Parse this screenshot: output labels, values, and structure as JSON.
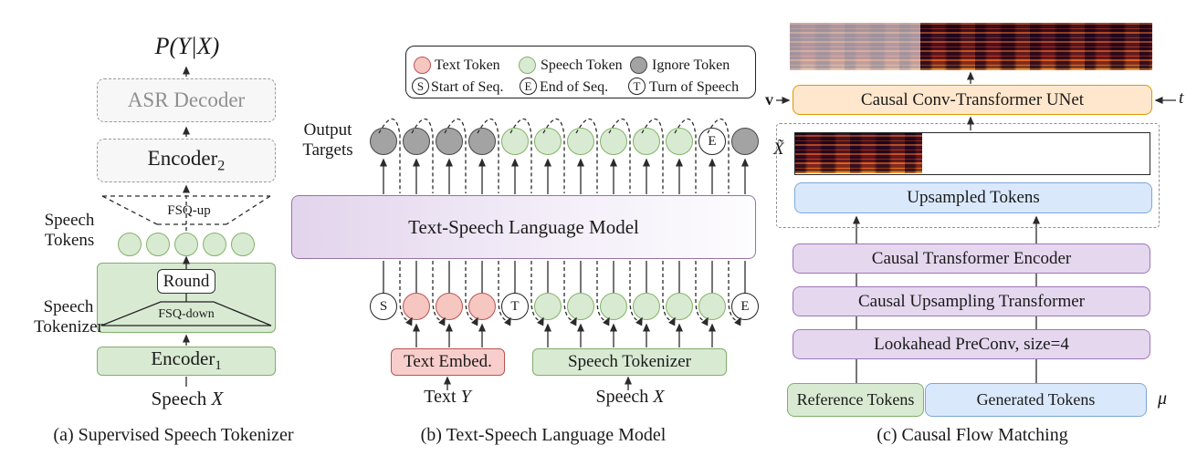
{
  "panel_a": {
    "caption": "(a) Supervised Speech Tokenizer",
    "prob_label": "P(Y|X)",
    "asr_decoder_label": "ASR Decoder",
    "encoder2_base": "Encoder",
    "encoder2_sub": "2",
    "fsq_up_label": "FSQ-up",
    "speech_tokens_line1": "Speech",
    "speech_tokens_line2": "Tokens",
    "round_label": "Round",
    "fsq_down_label": "FSQ-down",
    "tokenizer_line1": "Speech",
    "tokenizer_line2": "Tokenizer",
    "encoder1_base": "Encoder",
    "encoder1_sub": "1",
    "speech_input_word": "Speech",
    "speech_input_var": "X",
    "tokens": [
      "speech",
      "speech",
      "speech",
      "speech",
      "speech"
    ]
  },
  "panel_b": {
    "caption": "(b) Text-Speech Language Model",
    "legend": {
      "text_token": "Text Token",
      "speech_token": "Speech Token",
      "ignore_token": "Ignore Token",
      "s_symbol": "S",
      "s_label": "Start of Seq.",
      "e_symbol": "E",
      "e_label": "End of Seq.",
      "t_symbol": "T",
      "t_label": "Turn of Speech"
    },
    "output_targets_line1": "Output",
    "output_targets_line2": "Targets",
    "lm_label": "Text-Speech Language Model",
    "top_tokens": [
      "ignore",
      "ignore",
      "ignore",
      "ignore",
      "speech",
      "speech",
      "speech",
      "speech",
      "speech",
      "speech",
      "E",
      "ignore"
    ],
    "bottom_tokens": [
      "S",
      "text",
      "text",
      "text",
      "T",
      "speech",
      "speech",
      "speech",
      "speech",
      "speech",
      "speech",
      "E"
    ],
    "text_embed_label": "Text Embed.",
    "speech_tokenizer_label": "Speech Tokenizer",
    "text_input_word": "Text",
    "text_input_var": "Y",
    "speech_input_word": "Speech",
    "speech_input_var": "X"
  },
  "panel_c": {
    "caption": "(c) Causal Flow Matching",
    "unet_label": "Causal Conv-Transformer UNet",
    "v_label": "v",
    "t_label": "t",
    "x_label": "X̃",
    "upsampled_label": "Upsampled Tokens",
    "encoder_label": "Causal Transformer Encoder",
    "upsampling_label": "Causal Upsampling Transformer",
    "preconv_label": "Lookahead PreConv, size=4",
    "reference_label": "Reference Tokens",
    "generated_label": "Generated Tokens",
    "mu_label": "μ"
  },
  "colors": {
    "green_fill": "#d9ead3",
    "green_border": "#82b366",
    "pink_fill": "#f6c6c1",
    "pink_border": "#b85450",
    "gray_fill": "#a3a3a3",
    "gray_border": "#474747",
    "purple_fill": "#e4d7ee",
    "purple_border": "#9f76ba",
    "lm_gradient_left": "#e2d4ec",
    "lm_gradient_right": "#fdfcfe",
    "blue_fill": "#dae8fc",
    "blue_border": "#7da7d8",
    "orange_fill": "#ffe7cd",
    "orange_border": "#d79b00",
    "dashed_box_fill": "#f7f7f7",
    "dashed_box_border": "#9a9a9a"
  }
}
